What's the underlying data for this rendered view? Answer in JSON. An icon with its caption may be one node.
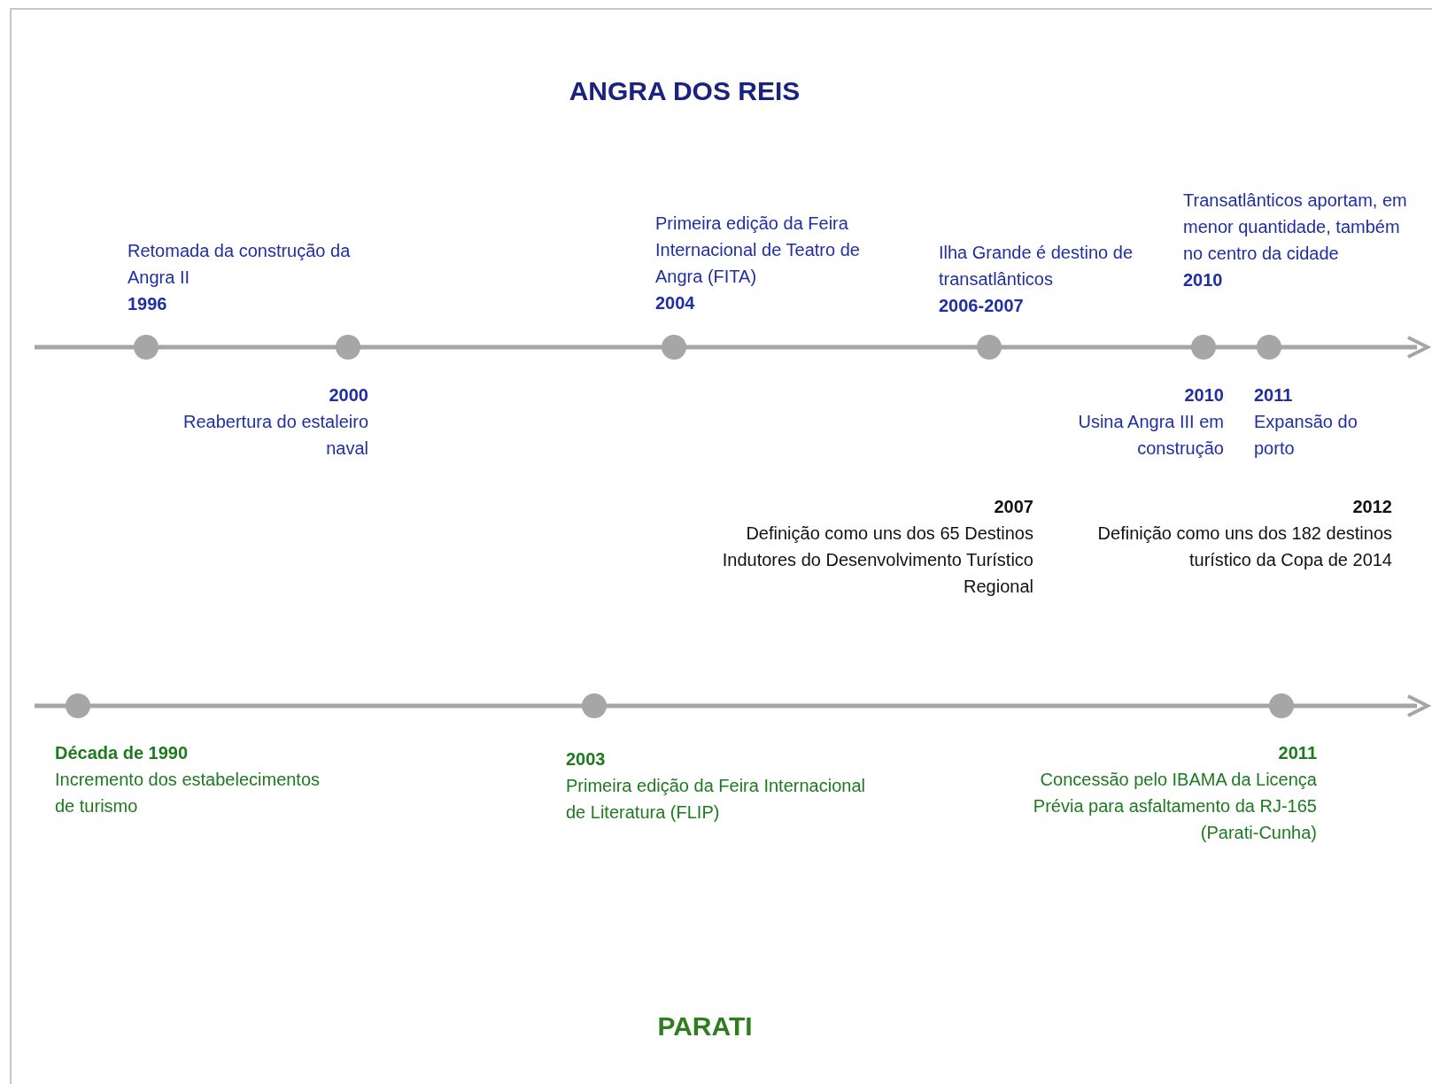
{
  "diagram": {
    "title": "ANGRA DOS REIS",
    "caption": "PARATI",
    "nodes": [
      {
        "text": [
          "Retomada da construção da Angra II",
          "1996"
        ]
      },
      {
        "text": [
          "2000",
          "Reabertura do estaleiro naval"
        ]
      },
      {
        "text": [
          "Primeira edição da Feira Internacional de Teatro de Angra (FITA)",
          "2004"
        ]
      },
      {
        "text": [
          "Ilha Grande é destino de transatlânticos",
          "2006-2007"
        ]
      },
      {
        "text": [
          "Transatlânticos aportam, em menor quantidade, também no centro da cidade",
          "2010"
        ]
      },
      {
        "text": [
          "2010",
          "Usina Angra III em construção"
        ]
      },
      {
        "text": [
          "2011",
          "Expansão do porto"
        ]
      },
      {
        "text": [
          "2007",
          "Definição como uns dos 65 Destinos Indutores do Desenvolvimento Turístico Regional"
        ]
      },
      {
        "text": [
          "2012",
          "Definição como uns dos 182 destinos turístico da Copa de 2014"
        ]
      },
      {
        "text": [
          "Década de 1990",
          "Incremento dos estabelecimentos de turismo"
        ]
      },
      {
        "text": [
          "2003",
          "Primeira edição da Feira Internacional de Literatura (FLIP)"
        ]
      },
      {
        "text": [
          "2011",
          "Concessão pelo IBAMA da Licença Prévia para asfaltamento da RJ-165 (Parati-Cunha)"
        ]
      }
    ]
  }
}
